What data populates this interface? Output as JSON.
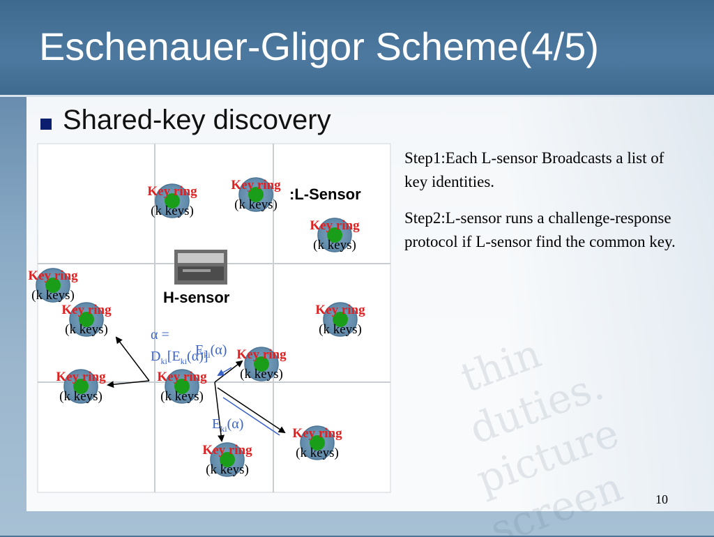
{
  "slide": {
    "title": "Eschenauer-Gligor Scheme(4/5)",
    "bullet": "Shared-key discovery",
    "page_number": "10"
  },
  "steps": [
    "Step1:Each L-sensor Broadcasts a list of key identities.",
    "Step2:L-sensor runs a challenge-response protocol if L-sensor find the common key."
  ],
  "diagram": {
    "l_sensor_label": ":L-Sensor",
    "h_sensor_label": "H-sensor",
    "node_label": "Key ring",
    "node_sublabel": "(k keys)",
    "alpha_eq": "α =",
    "decrypt_prefix": "D",
    "decrypt_open": "[E",
    "decrypt_close": "(α)]",
    "enc_prefix": "E",
    "enc_suffix": "(α)",
    "key_index": "ki",
    "node_color": "#1a9e1a",
    "label_color": "#e02020",
    "annotation_color": "#3a63c9"
  },
  "watermark": {
    "lines": [
      "thin",
      "duties.",
      "picture",
      "screen"
    ]
  }
}
